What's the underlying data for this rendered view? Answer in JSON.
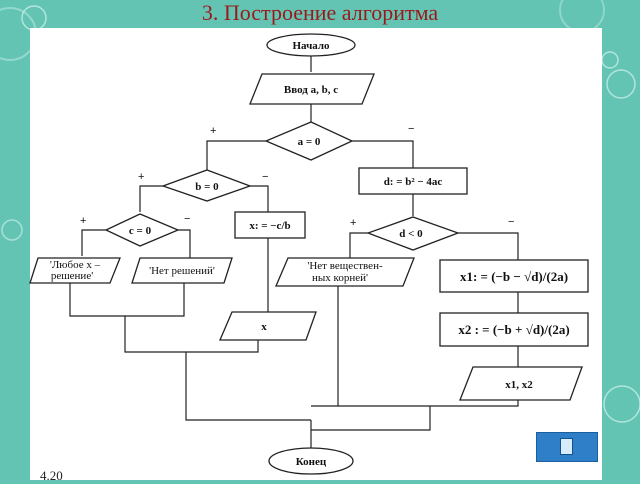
{
  "slide": {
    "title": "3. Построение алгоритма",
    "figure_number": "4.20"
  },
  "blocks": {
    "start": "Начало",
    "input": "Ввод a, b, c",
    "cond_a": "a = 0",
    "cond_b": "b = 0",
    "cond_c": "c = 0",
    "discriminant": "d: = b² − 4ac",
    "cond_d": "d < 0",
    "any_x_line1": "'Любое x –",
    "any_x_line2": "решение'",
    "no_solutions": "'Нет решений'",
    "linear_x": "x: = −c/b",
    "output_x": "x",
    "no_real_line1": "'Нет веществен-",
    "no_real_line2": "ных корней'",
    "x1_formula": "x1: = (−b − √d)/(2a)",
    "x2_formula": "x2 : = (−b + √d)/(2a)",
    "output_x1x2": "x1, x2",
    "end": "Конец"
  },
  "branch_signs": {
    "yes": "+",
    "no": "−"
  },
  "colors": {
    "background": "#63c4b4",
    "title": "#9a1a1a",
    "paper": "#ffffff",
    "nav_button": "#2f7fc8"
  },
  "icons": {
    "nav_button": "document-icon"
  }
}
